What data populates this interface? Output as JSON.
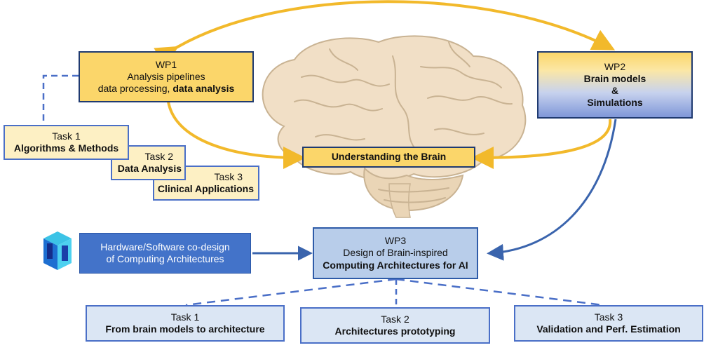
{
  "wp1": {
    "title": "WP1",
    "line1": "Analysis pipelines",
    "line2_plain": "data processing, ",
    "line2_bold": "data analysis"
  },
  "wp2": {
    "title": "WP2",
    "line1": "Brain models",
    "line2": "&",
    "line3": "Simulations"
  },
  "wp3": {
    "title": "WP3",
    "line1": "Design of Brain-inspired",
    "line2": "Computing Architectures for AI"
  },
  "understanding": "Understanding the Brain",
  "hardware": {
    "line1": "Hardware/Software co-design",
    "line2": "of Computing Architectures"
  },
  "wp1_tasks": [
    {
      "title": "Task 1",
      "label": "Algorithms & Methods"
    },
    {
      "title": "Task 2",
      "label": "Data Analysis"
    },
    {
      "title": "Task 3",
      "label": "Clinical Applications"
    }
  ],
  "wp3_tasks": [
    {
      "title": "Task 1",
      "label": "From brain models to architecture"
    },
    {
      "title": "Task 2",
      "label": "Architectures prototyping"
    },
    {
      "title": "Task 3",
      "label": "Validation and Perf. Estimation"
    }
  ],
  "colors": {
    "arrow_yellow": "#f2b92b",
    "arrow_blue": "#3a64ad",
    "dash_blue": "#4a6fc7"
  }
}
